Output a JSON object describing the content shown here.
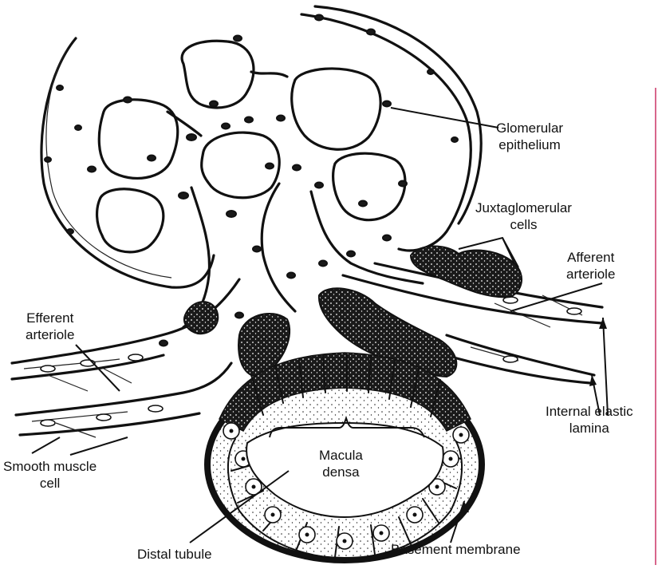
{
  "labels": {
    "glomerular_epithelium": [
      "Glomerular",
      "epithelium"
    ],
    "juxtaglomerular_cells": [
      "Juxtaglomerular",
      "cells"
    ],
    "afferent_arteriole": [
      "Afferent",
      "arteriole"
    ],
    "efferent_arteriole": [
      "Efferent",
      "arteriole"
    ],
    "internal_elastic_lamina": [
      "Internal elastic",
      "lamina"
    ],
    "smooth_muscle_cell": [
      "Smooth muscle",
      "cell"
    ],
    "macula_densa": [
      "Macula",
      "densa"
    ],
    "distal_tubule": "Distal tubule",
    "basement_membrane": "Basement membrane"
  },
  "colors": {
    "ink": "#111111",
    "background": "#ffffff"
  }
}
